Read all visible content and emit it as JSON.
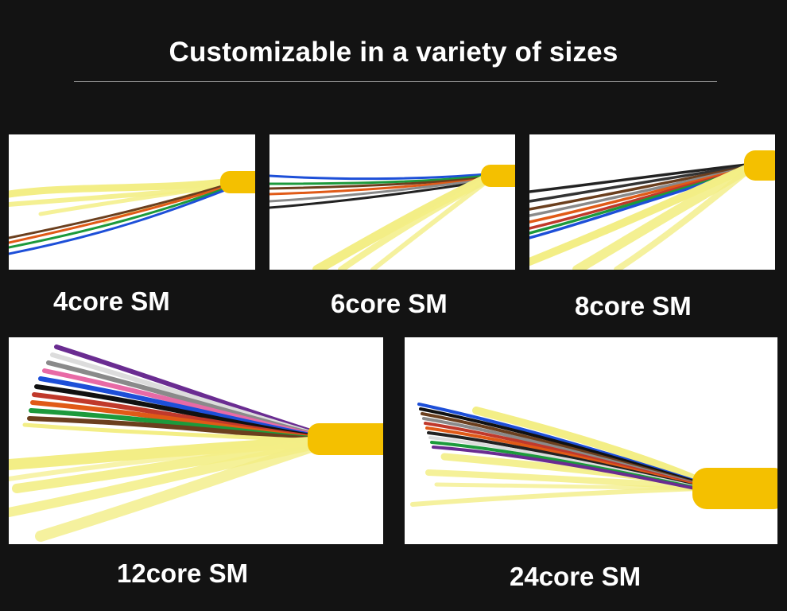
{
  "header": {
    "title": "Customizable in a variety of sizes"
  },
  "products": [
    {
      "label": "4core SM",
      "fiber_count": 4,
      "fiber_colors": [
        "#1d4fd8",
        "#e05a17",
        "#1c9a3c",
        "#6b3f1e"
      ]
    },
    {
      "label": "6core SM",
      "fiber_count": 6,
      "fiber_colors": [
        "#1d4fd8",
        "#e05a17",
        "#1c9a3c",
        "#6b3f1e",
        "#8a8a8a",
        "#222222"
      ]
    },
    {
      "label": "8core SM",
      "fiber_count": 8,
      "fiber_colors": [
        "#1d4fd8",
        "#e05a17",
        "#1c9a3c",
        "#6b3f1e",
        "#8a8a8a",
        "#222222",
        "#c0392b",
        "#333333"
      ]
    },
    {
      "label": "12core SM",
      "fiber_count": 12,
      "fiber_colors": [
        "#1d4fd8",
        "#e05a17",
        "#1c9a3c",
        "#6b3f1e",
        "#8a8a8a",
        "#dcdcdc",
        "#c0392b",
        "#111111",
        "#e6c200",
        "#6a2c91",
        "#e86aa6",
        "#2bb5b5"
      ]
    },
    {
      "label": "24core SM",
      "fiber_count": 24,
      "fiber_colors": [
        "#1d4fd8",
        "#e05a17",
        "#1c9a3c",
        "#6b3f1e",
        "#8a8a8a",
        "#dcdcdc",
        "#c0392b",
        "#111111",
        "#e6c200",
        "#6a2c91",
        "#e86aa6",
        "#2bb5b5"
      ]
    }
  ],
  "colors": {
    "background": "#131313",
    "jacket": "#f4c000",
    "aramid_yarn": "#f3ee86",
    "panel_bg": "#ffffff"
  }
}
